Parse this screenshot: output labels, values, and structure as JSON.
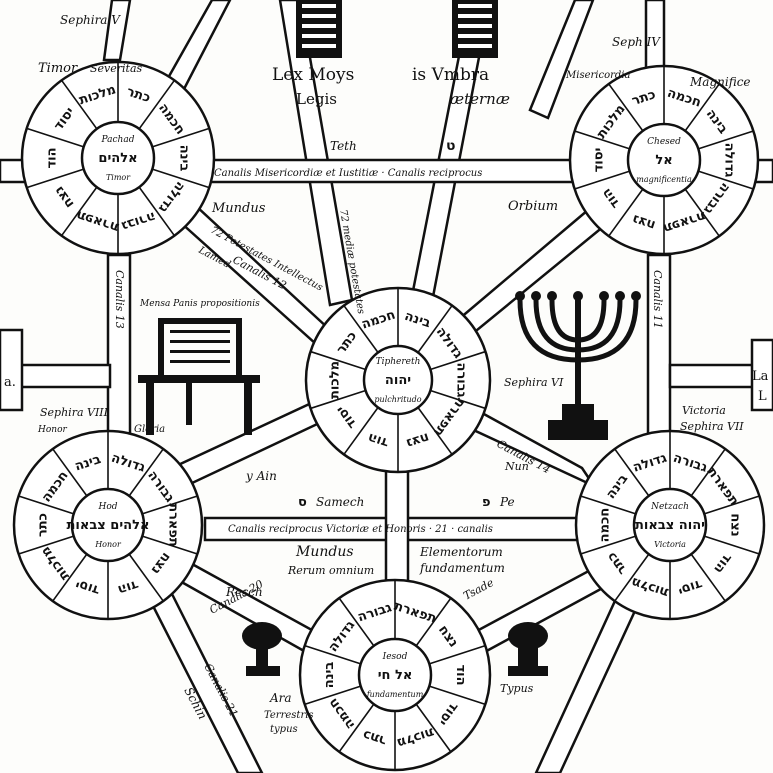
{
  "top": {
    "lex_moys": "Lex Moys",
    "legis": "Legis",
    "umbra": "is Vmbra",
    "aeternae": "æternæ",
    "sephira_v": "Sephira V",
    "sephira_iv": "Seph   IV",
    "timor_top": "Timor",
    "severitas": "Severitas",
    "misericordia": "Misericordia",
    "magnificentia": "Magnifice"
  },
  "channels": {
    "canalis_mis": "Canalis Misericordiæ et Iustitiæ · Canalis reciprocus",
    "canalis_vict": "Canalis reciprocus Victoriæ et Honoris · 21 · canalis",
    "teth": "Teth",
    "teth_letter": "ט",
    "mundus_top": "Mundus",
    "orbium": "Orbium",
    "potestates": "72 Potestates Intellectus",
    "media": "72 mediæ potestates",
    "lamed": "Lamed",
    "canalis_12": "Canalis 12",
    "canalis_13": "Canalis 13",
    "canalis_11": "Canalis 11",
    "yain": "y Ain",
    "samech": "Samech",
    "samech_letter": "ס",
    "pe": "Pe",
    "pe_letter": "פ",
    "canalis_14": "Canalis 14",
    "nun": "Nun",
    "mundus_bottom": "Mundus",
    "rerum": "Rerum omnium",
    "elementorum": "Elementorum",
    "fundamentum": "fundamentum",
    "resch": "Resch",
    "canalis_20": "Canalis 20",
    "canalis_21": "Canalis 21",
    "schin": "Schin",
    "tsade": "Tsade",
    "sephira_viii": "Sephira VIII",
    "honor": "Honor",
    "gloria": "Gloria",
    "victoria": "Victoria",
    "sephira_vii": "Sephira VII",
    "sephira_vi": "Sephira VI",
    "mensa": "Mensa Panis propositionis",
    "ara": "Ara",
    "terrestris": "Terrestris",
    "typus": "typus",
    "typus_right": "Typus"
  },
  "sephiroth": [
    {
      "id": "pachad",
      "label": "Pachad",
      "divine_name": "אלהים",
      "sub": "Timor"
    },
    {
      "id": "chesed",
      "label": "Chesed",
      "divine_name": "אל",
      "sub": "magnificentia"
    },
    {
      "id": "tiphereth",
      "label": "Tiphereth",
      "divine_name": "יהוה",
      "sub": "pulchritudo"
    },
    {
      "id": "hod",
      "label": "Hod",
      "divine_name": "אלהים צבאות",
      "sub": "Honor"
    },
    {
      "id": "netzach",
      "label": "Netzach",
      "divine_name": "יהוה צבאות",
      "sub": "Victoria"
    },
    {
      "id": "yesod",
      "label": "Iesod",
      "divine_name": "אל חי",
      "sub": "fundamentum"
    }
  ],
  "ring_names": [
    "כתר",
    "חכמה",
    "בינה",
    "גדולה",
    "גבורה",
    "תפארת",
    "נצח",
    "הוד",
    "יסוד",
    "מלכות"
  ],
  "side_edges": {
    "left_mid": "a.",
    "right_mid": "La",
    "left_fragment": "L"
  }
}
